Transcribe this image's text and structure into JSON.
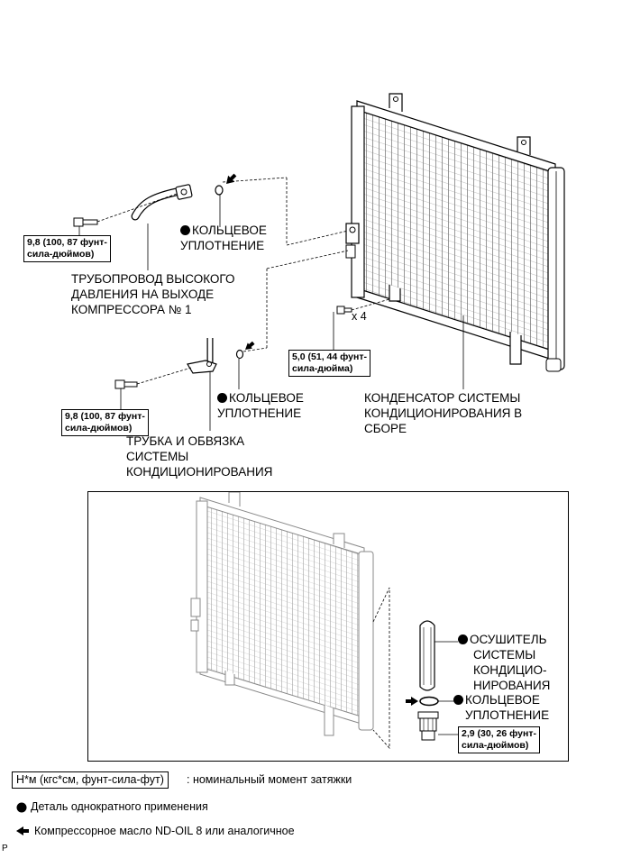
{
  "labels": {
    "o_ring_1": "КОЛЬЦЕВОЕ\nУПЛОТНЕНИЕ",
    "discharge_tube": "ТРУБОПРОВОД ВЫСОКОГО\nДАВЛЕНИЯ НА ВЫХОДЕ\nКОМПРЕССОРА № 1",
    "quantity": "x 4",
    "o_ring_2": "КОЛЬЦЕВОЕ\nУПЛОТНЕНИЕ",
    "condenser": "КОНДЕНСАТОР СИСТЕМЫ\nКОНДИЦИОНИРОВАНИЯ В\nСБОРЕ",
    "pipe_assy": "ТРУБКА И ОБВЯЗКА\nСИСТЕМЫ\nКОНДИЦИОНИРОВАНИЯ",
    "dryer": "ОСУШИТЕЛЬ\nСИСТЕМЫ\nКОНДИЦИО-\nНИРОВАНИЯ",
    "o_ring_3": "КОЛЬЦЕВОЕ\nУПЛОТНЕНИЕ"
  },
  "torques": {
    "t1": "9,8 (100, 87 фунт-\nсила-дюймов)",
    "t2": "5,0 (51, 44 фунт-\nсила-дюйма)",
    "t3": "9,8 (100, 87 фунт-\nсила-дюймов)",
    "t4": "2,9 (30, 26 фунт-\nсила-дюймов)"
  },
  "legend": {
    "unit_box": "Н*м (кгс*см, фунт-сила-фут)",
    "unit_desc": ": номинальный момент затяжки",
    "non_reusable": "Деталь однократного применения",
    "oil": "Компрессорное масло ND-OIL 8 или аналогичное"
  },
  "figure_code": "P"
}
